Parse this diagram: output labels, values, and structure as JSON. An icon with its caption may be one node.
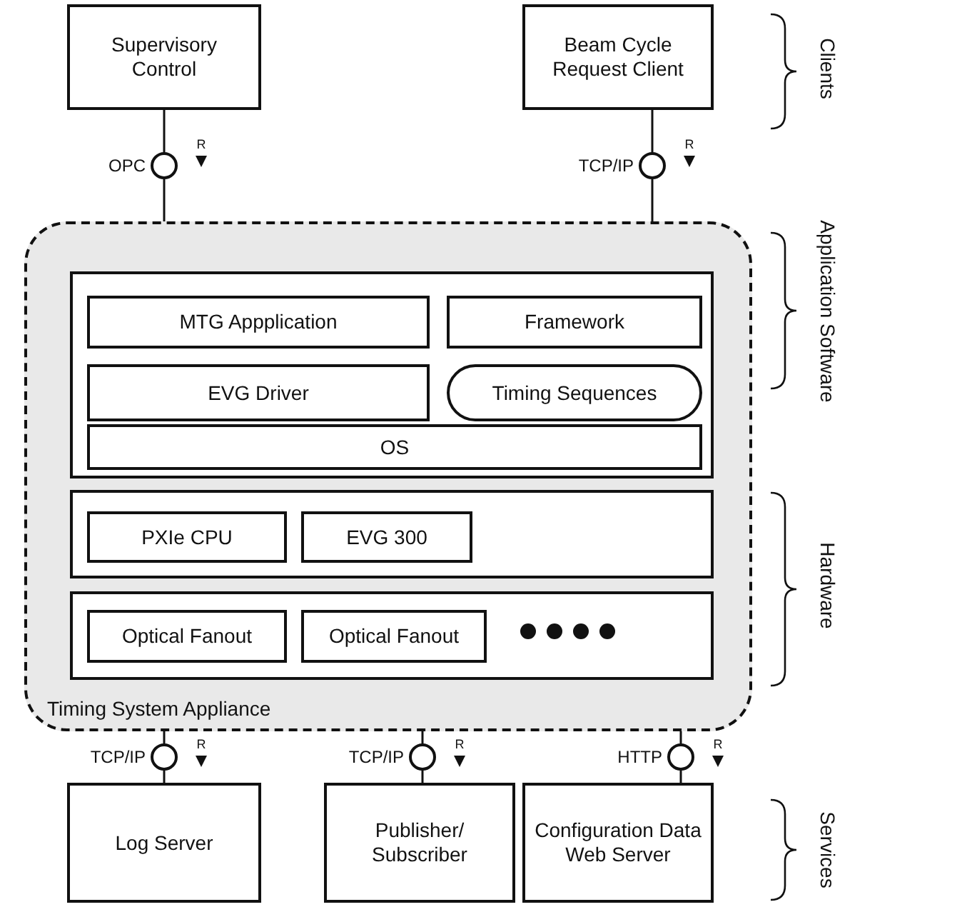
{
  "diagram": {
    "nodes": [
      {
        "text": [
          "Supervisory Control"
        ]
      },
      {
        "text": [
          "Beam Cycle Request Client"
        ]
      },
      {
        "text": [
          "Timing System Appliance"
        ]
      },
      {
        "text": [],
        "shape": "box",
        "in": 2
      },
      {
        "text": [
          "MTG Appplication"
        ],
        "in": 3
      },
      {
        "text": [
          "Framework"
        ],
        "in": 3
      },
      {
        "text": [
          "EVG Driver"
        ],
        "in": 3
      },
      {
        "text": [
          "Timing Sequences"
        ],
        "in": 3
      },
      {
        "text": [
          "OS"
        ],
        "in": 3
      },
      {
        "text": [],
        "shape": "box",
        "in": 2
      },
      {
        "text": [
          "PXIe CPU"
        ],
        "in": 9
      },
      {
        "text": [
          "EVG 300"
        ],
        "in": 9
      },
      {
        "text": [],
        "shape": "box",
        "in": 2
      },
      {
        "text": [
          "Optical Fanout"
        ],
        "in": 12
      },
      {
        "text": [
          "Optical Fanout"
        ],
        "in": 12
      },
      {
        "text": [
          "Log Server"
        ]
      },
      {
        "text": [
          "Publisher/ Subscriber"
        ]
      },
      {
        "text": [
          "Configuration Data Web Server"
        ]
      }
    ],
    "edges": [
      {
        "from": 0,
        "to": 2,
        "arrow": "none",
        "label": "OPC"
      },
      {
        "from": 1,
        "to": 2,
        "arrow": "none",
        "label": "TCP/IP"
      },
      {
        "from": 2,
        "to": 15,
        "arrow": "none",
        "label": "TCP/IP"
      },
      {
        "from": 2,
        "to": 16,
        "arrow": "none",
        "label": "TCP/IP"
      },
      {
        "from": 2,
        "to": 17,
        "arrow": "none",
        "label": "HTTP"
      }
    ],
    "labels": [
      "Clients",
      "R",
      "R",
      "Application Software",
      "Hardware",
      "R",
      "R",
      "R",
      "Services"
    ]
  }
}
